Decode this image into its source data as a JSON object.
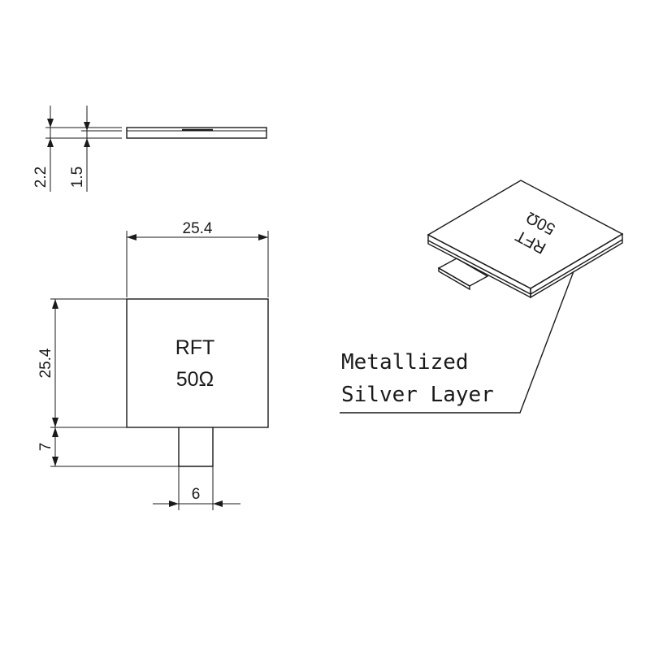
{
  "side_view": {
    "total_thickness": "2.2",
    "substrate_thickness": "1.5"
  },
  "top_view": {
    "width": "25.4",
    "height": "25.4",
    "tab_length": "7",
    "tab_width": "6",
    "label_line1": "RFT",
    "label_line2": "50Ω"
  },
  "iso_view": {
    "label_line1": "RFT",
    "label_line2": "50Ω"
  },
  "callout": {
    "line1": "Metallized",
    "line2": "Silver Layer"
  }
}
